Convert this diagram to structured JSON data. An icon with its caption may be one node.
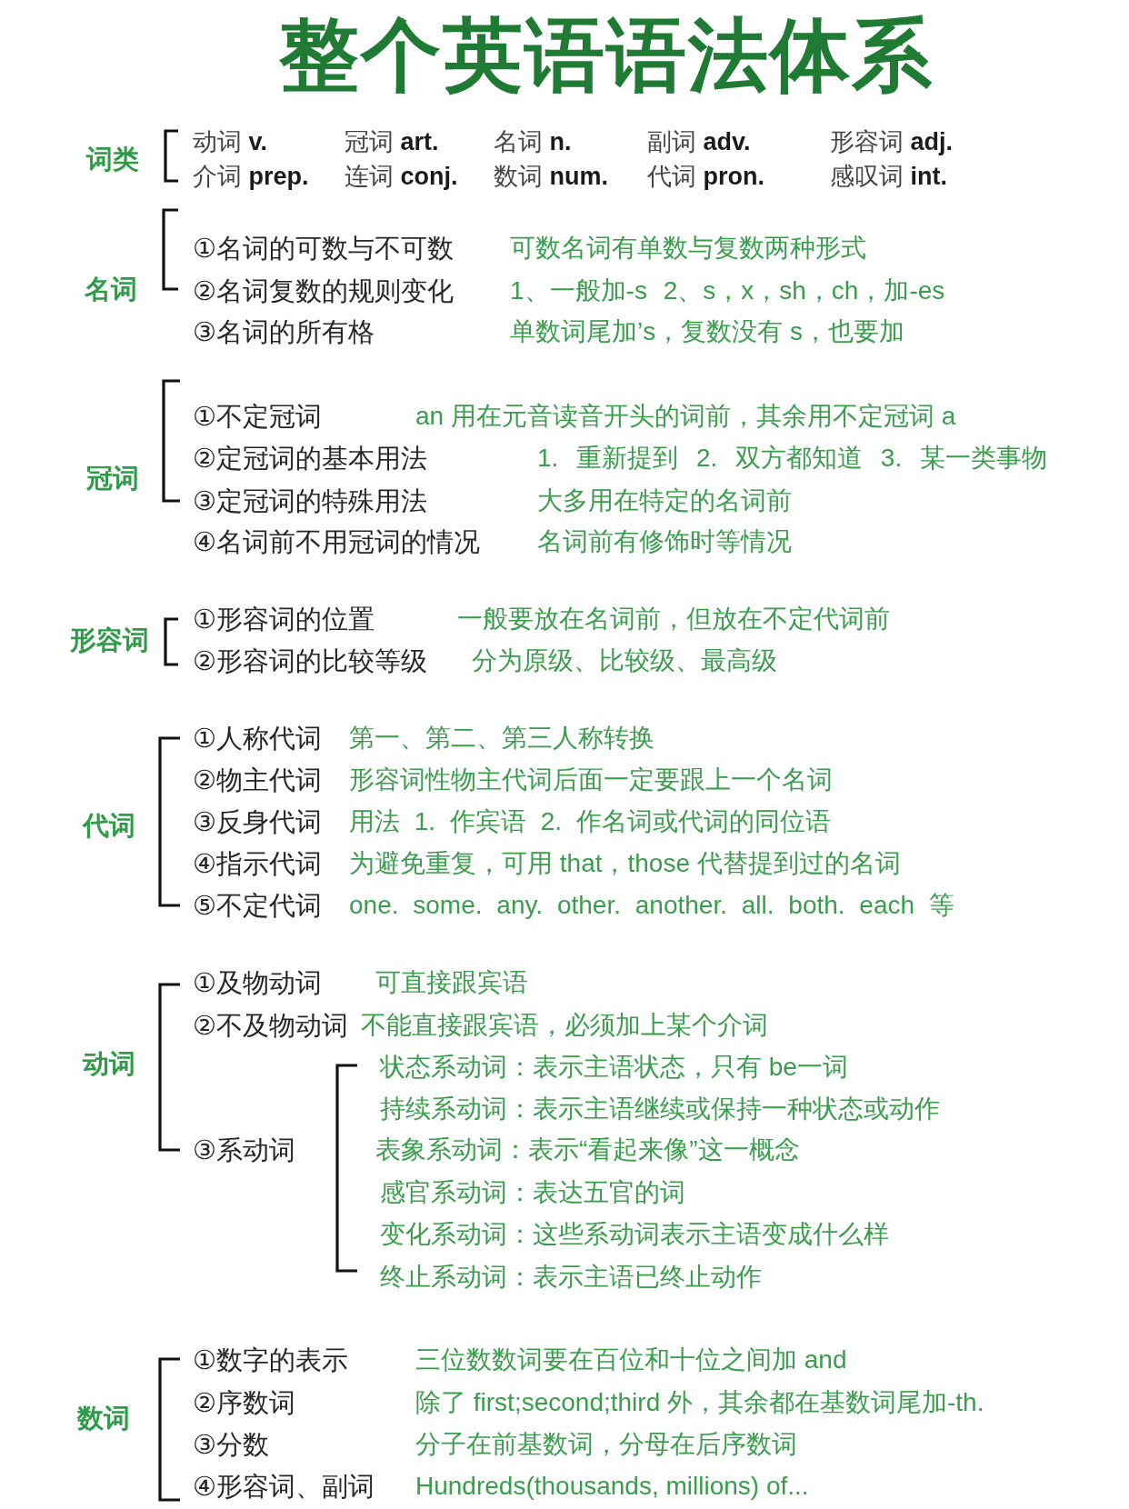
{
  "diagram": {
    "title": "整个英语语法体系",
    "labels": [
      "词类",
      "动词 **v.**",
      "冠词 **art.**",
      "名词 **n.**",
      "副词 **adv.**",
      "形容词 **adj.**",
      "介词 **prep.**",
      "连词 **conj.**",
      "数词 **num.**",
      "代词 **pron.**",
      "感叹词 **int.**",
      "名词",
      "①名词的可数与不可数",
      "可数名词有单数与复数两种形式",
      "②名词复数的规则变化",
      "1、一般加-s 2、s，x，sh，ch，加-es",
      "③名词的所有格",
      "单数词尾加’s，复数没有 s，也要加",
      "冠词",
      "①不定冠词",
      "an 用在元音读音开头的词前，其余用不定冠词 a",
      "②定冠词的基本用法",
      "1. 重新提到 2. 双方都知道 3. 某一类事物",
      "③定冠词的特殊用法",
      "大多用在特定的名词前",
      "④名词前不用冠词的情况",
      "名词前有修饰时等情况",
      "形容词",
      "①形容词的位置",
      "一般要放在名词前，但放在不定代词前",
      "②形容词的比较等级",
      "分为原级、比较级、最高级",
      "代词",
      "①人称代词",
      "第一、第二、第三人称转换",
      "②物主代词",
      "形容词性物主代词后面一定要跟上一个名词",
      "③反身代词",
      "用法 1. 作宾语 2. 作名词或代词的同位语",
      "④指示代词",
      "为避免重复，可用 that，those 代替提到过的名词",
      "⑤不定代词",
      "one. some. any. other. another. all. both. each 等",
      "动词",
      "①及物动词",
      "可直接跟宾语",
      "②不及物动词",
      "不能直接跟宾语，必须加上某个介词",
      "③系动词",
      "状态系动词：表示主语状态，只有 be一词",
      "持续系动词：表示主语继续或保持一种状态或动作",
      "表象系动词：表示“看起来像”这一概念",
      "感官系动词：表达五官的词",
      "变化系动词：这些系动词表示主语变成什么样",
      "终止系动词：表示主语已终止动作",
      "数词",
      "①数字的表示",
      "三位数数词要在百位和十位之间加 and",
      "②序数词",
      "除了 first;second;third 外，其余都在基数词尾加-th.",
      "③分数",
      "分子在前基数词，分母在后序数词",
      "④形容词、副词",
      "Hundreds(thousands, millions) of..."
    ]
  }
}
